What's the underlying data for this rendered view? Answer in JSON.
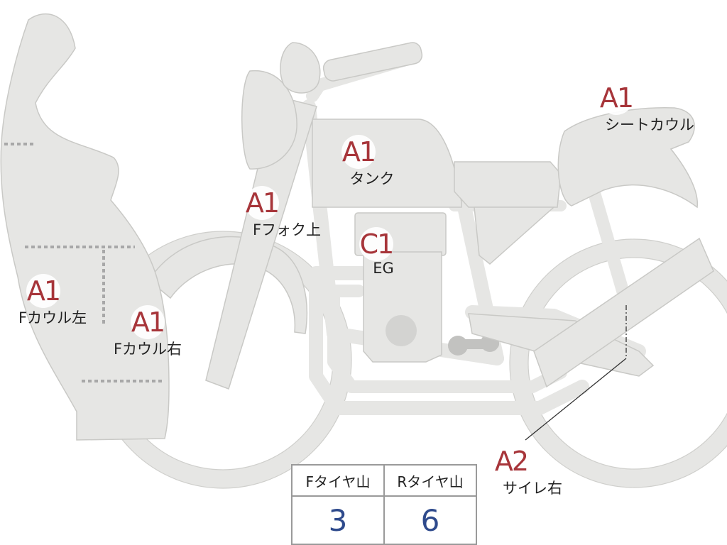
{
  "markers": [
    {
      "id": "f-cowl-left",
      "grade": "A1",
      "part": "Fカウル左"
    },
    {
      "id": "f-cowl-right",
      "grade": "A1",
      "part": "Fカウル右"
    },
    {
      "id": "f-fork-upper",
      "grade": "A1",
      "part": "Fフォク上"
    },
    {
      "id": "tank",
      "grade": "A1",
      "part": "タンク"
    },
    {
      "id": "engine",
      "grade": "C1",
      "part": "EG"
    },
    {
      "id": "seat-cowl",
      "grade": "A1",
      "part": "シートカウル"
    },
    {
      "id": "silencer-right",
      "grade": "A2",
      "part": "サイレ右"
    }
  ],
  "tread_table": {
    "headers": [
      "Fタイヤ山",
      "Rタイヤ山"
    ],
    "values": [
      "3",
      "6"
    ]
  },
  "colors": {
    "grade_text": "#a7353a",
    "value_text": "#2e4a8c",
    "body_fill": "#e6e6e4"
  }
}
